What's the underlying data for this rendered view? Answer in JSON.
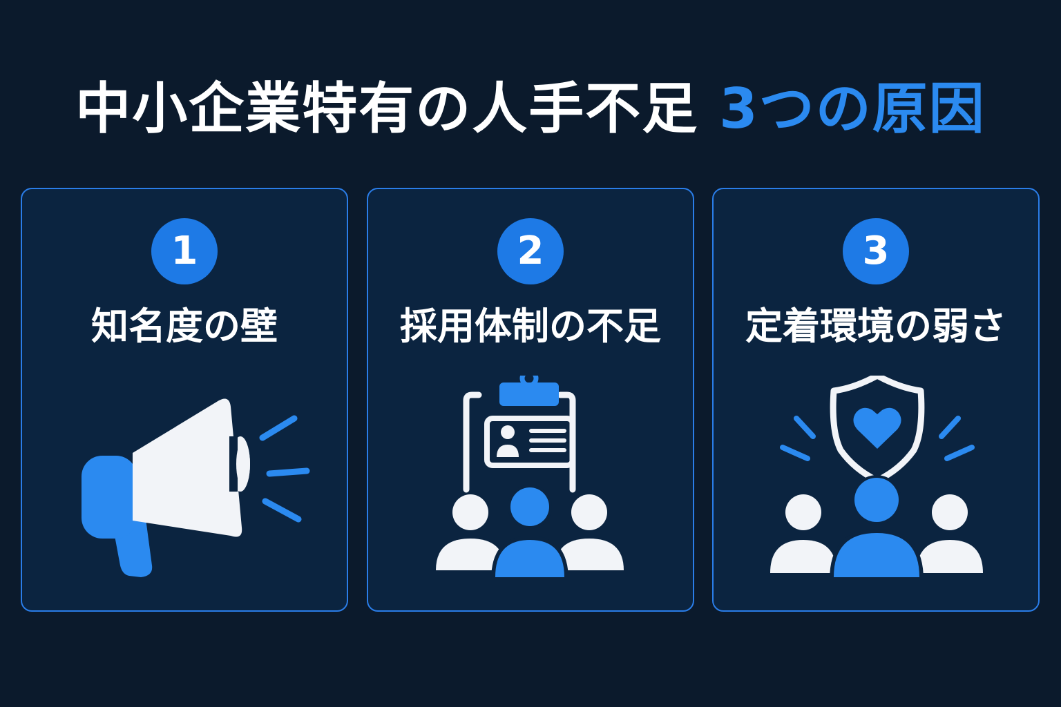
{
  "title": {
    "main": "中小企業特有の人手不足 ",
    "accent": "3つの原因"
  },
  "cards": [
    {
      "number": "1",
      "heading": "知名度の壁",
      "icon": "megaphone-icon"
    },
    {
      "number": "2",
      "heading": "採用体制の不足",
      "icon": "clipboard-team-icon"
    },
    {
      "number": "3",
      "heading": "定着環境の弱さ",
      "icon": "shield-heart-team-icon"
    }
  ],
  "colors": {
    "background": "#0b1a2c",
    "card": "#0b2440",
    "accent": "#2b8af0",
    "icon_white": "#f2f4f8"
  }
}
